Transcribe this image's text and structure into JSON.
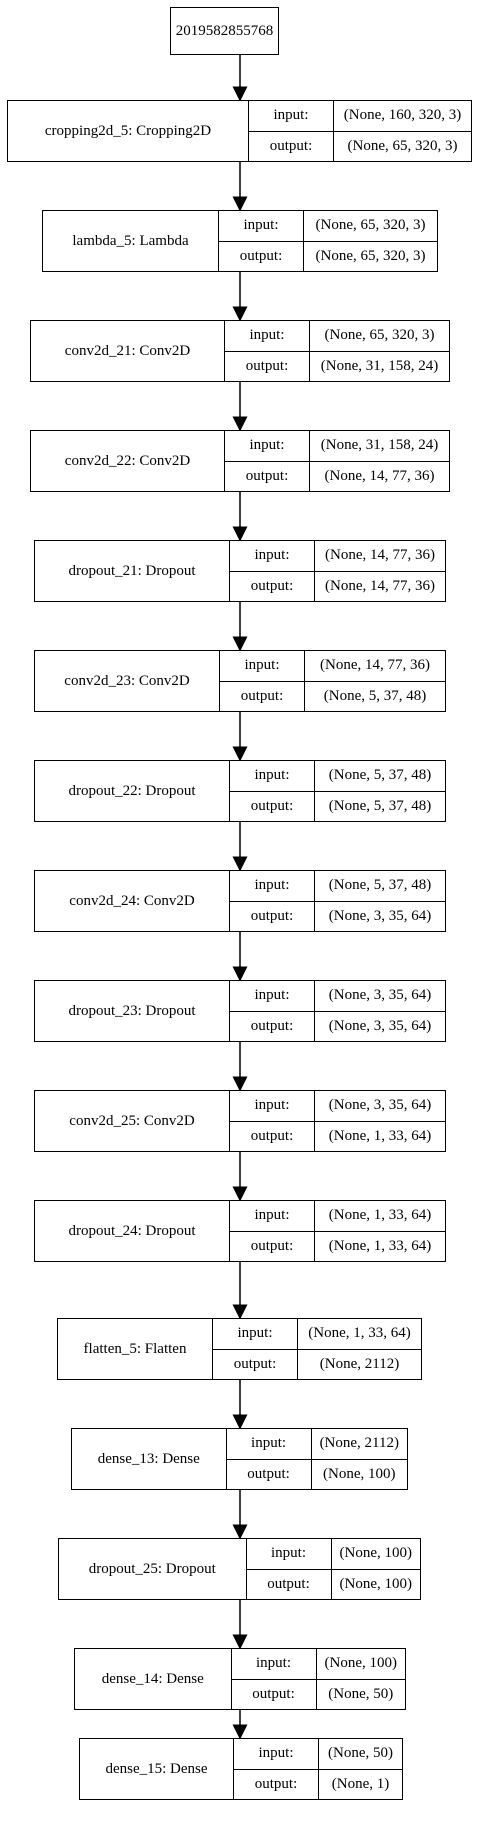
{
  "input_node": {
    "label": "2019582855768"
  },
  "io_labels": {
    "input": "input:",
    "output": "output:"
  },
  "layers": [
    {
      "name": "cropping2d_5: Cropping2D",
      "input": "(None, 160, 320, 3)",
      "output": "(None, 65, 320, 3)"
    },
    {
      "name": "lambda_5: Lambda",
      "input": "(None, 65, 320, 3)",
      "output": "(None, 65, 320, 3)"
    },
    {
      "name": "conv2d_21: Conv2D",
      "input": "(None, 65, 320, 3)",
      "output": "(None, 31, 158, 24)"
    },
    {
      "name": "conv2d_22: Conv2D",
      "input": "(None, 31, 158, 24)",
      "output": "(None, 14, 77, 36)"
    },
    {
      "name": "dropout_21: Dropout",
      "input": "(None, 14, 77, 36)",
      "output": "(None, 14, 77, 36)"
    },
    {
      "name": "conv2d_23: Conv2D",
      "input": "(None, 14, 77, 36)",
      "output": "(None, 5, 37, 48)"
    },
    {
      "name": "dropout_22: Dropout",
      "input": "(None, 5, 37, 48)",
      "output": "(None, 5, 37, 48)"
    },
    {
      "name": "conv2d_24: Conv2D",
      "input": "(None, 5, 37, 48)",
      "output": "(None, 3, 35, 64)"
    },
    {
      "name": "dropout_23: Dropout",
      "input": "(None, 3, 35, 64)",
      "output": "(None, 3, 35, 64)"
    },
    {
      "name": "conv2d_25: Conv2D",
      "input": "(None, 3, 35, 64)",
      "output": "(None, 1, 33, 64)"
    },
    {
      "name": "dropout_24: Dropout",
      "input": "(None, 1, 33, 64)",
      "output": "(None, 1, 33, 64)"
    },
    {
      "name": "flatten_5: Flatten",
      "input": "(None, 1, 33, 64)",
      "output": "(None, 2112)"
    },
    {
      "name": "dense_13: Dense",
      "input": "(None, 2112)",
      "output": "(None, 100)"
    },
    {
      "name": "dropout_25: Dropout",
      "input": "(None, 100)",
      "output": "(None, 100)"
    },
    {
      "name": "dense_14: Dense",
      "input": "(None, 100)",
      "output": "(None, 50)"
    },
    {
      "name": "dense_15: Dense",
      "input": "(None, 50)",
      "output": "(None, 1)"
    }
  ]
}
